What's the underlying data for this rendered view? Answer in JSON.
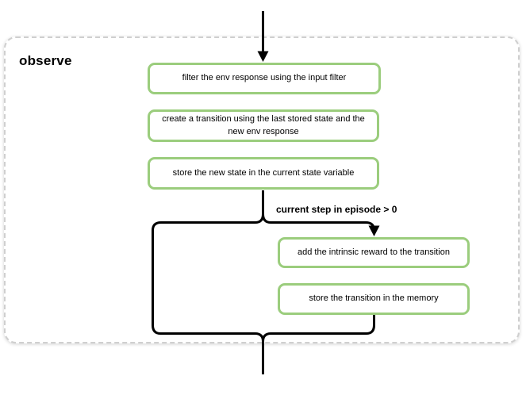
{
  "diagram": {
    "group_title": "observe",
    "condition_label": "current step in episode > 0",
    "steps": [
      "filter the env response using the input filter",
      "create a transition using the last stored state and the new env response",
      "store the new state in the current state variable",
      "add the intrinsic reward to the transition",
      "store the transition in the memory"
    ],
    "colors": {
      "step_border": "#9bcd7d",
      "connector": "#000000",
      "container_border": "#cfcfcf"
    }
  }
}
